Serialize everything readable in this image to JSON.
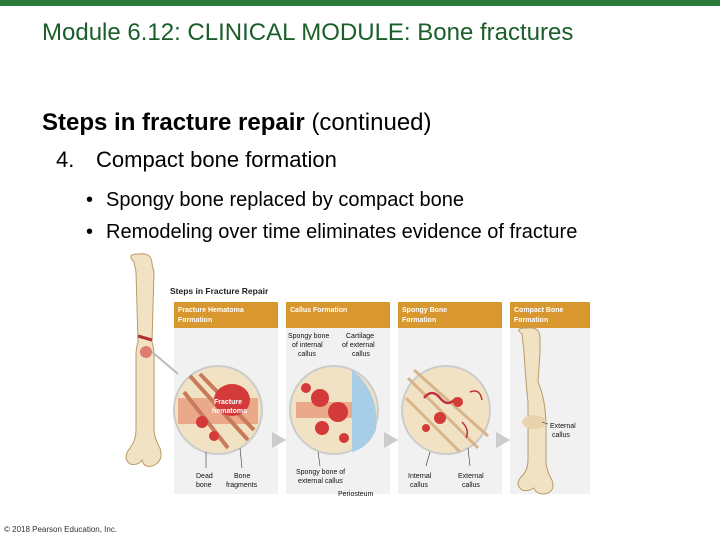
{
  "slide": {
    "title": "Module 6.12: CLINICAL MODULE: Bone fractures",
    "heading_bold": "Steps in fracture repair",
    "heading_rest": "(continued)",
    "step_number": "4.",
    "step_text": "Compact bone formation",
    "bullets": [
      "Spongy bone replaced by compact bone",
      "Remodeling over time eliminates evidence of fracture"
    ],
    "bullet_glyph": "•",
    "copyright": "© 2018 Pearson Education, Inc."
  },
  "figure": {
    "title": "Steps in Fracture Repair",
    "panels": [
      {
        "line1": "Fracture Hematoma",
        "line2": "Formation"
      },
      {
        "line1": "Callus Formation",
        "line2": ""
      },
      {
        "line1": "Spongy Bone",
        "line2": "Formation"
      },
      {
        "line1": "Compact Bone",
        "line2": "Formation"
      }
    ],
    "labels": {
      "fracture_hematoma_1": "Fracture",
      "fracture_hematoma_2": "hematoma",
      "dead_bone_1": "Dead",
      "dead_bone_2": "bone",
      "bone_fragments_1": "Bone",
      "bone_fragments_2": "fragments",
      "spongy_internal_1": "Spongy bone",
      "spongy_internal_2": "of internal",
      "spongy_internal_3": "callus",
      "cartilage_external_1": "Cartilage",
      "cartilage_external_2": "of external",
      "cartilage_external_3": "callus",
      "spongy_external_1": "Spongy bone of",
      "spongy_external_2": "external callus",
      "periosteum": "Periosteum",
      "internal_callus_1": "Internal",
      "internal_callus_2": "callus",
      "external_callus_1": "External",
      "external_callus_2": "callus",
      "ext_callus_right_1": "External",
      "ext_callus_right_2": "callus"
    },
    "colors": {
      "panel_header": "#d9972f",
      "panel_bg": "#f1f1f1",
      "bone": "#f2e2c4",
      "marrow": "#e9a98a",
      "hematoma": "#d43a3a",
      "cartilage": "#a8cde6"
    }
  }
}
